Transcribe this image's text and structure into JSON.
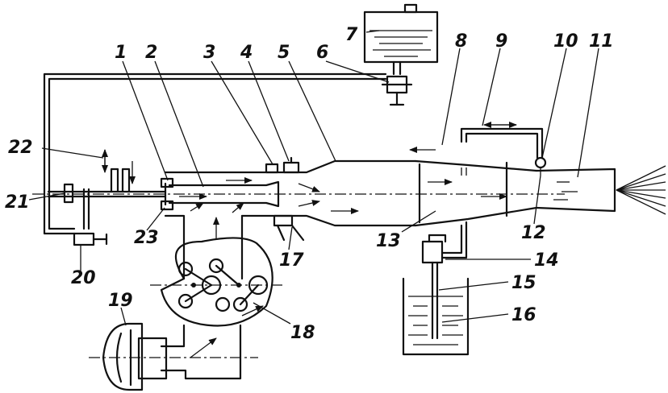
{
  "labels": [
    "1",
    "2",
    "3",
    "4",
    "5",
    "6",
    "7",
    "8",
    "9",
    "10",
    "11",
    "12",
    "13",
    "14",
    "15",
    "16",
    "17",
    "18",
    "19",
    "20",
    "21",
    "22",
    "23"
  ]
}
